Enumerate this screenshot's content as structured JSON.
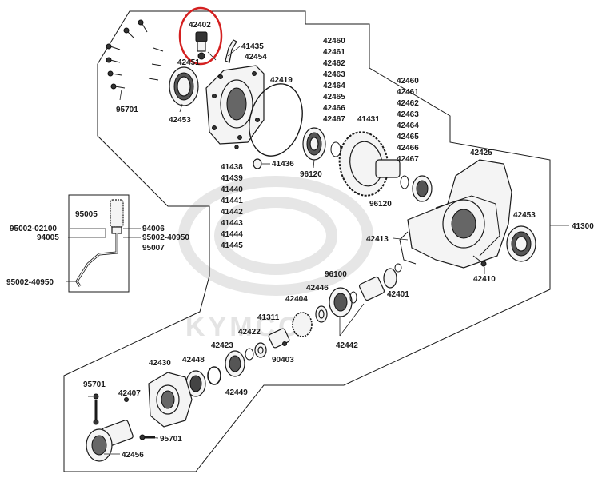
{
  "watermark": {
    "logo_text": "KYMCO"
  },
  "highlight": {
    "part": "42402",
    "color": "#d42020"
  },
  "labels": {
    "p42402": "42402",
    "p41435": "41435",
    "p42451": "42451",
    "p42454": "42454",
    "p42419": "42419",
    "p95701_top": "95701",
    "p42453_top": "42453",
    "p41438": "41438",
    "p41439": "41439",
    "p41440": "41440",
    "p41441": "41441",
    "p41442": "41442",
    "p41443": "41443",
    "p41444": "41444",
    "p41445": "41445",
    "p41436": "41436",
    "p96120_a": "96120",
    "p41431": "41431",
    "c1_42460": "42460",
    "c1_42461": "42461",
    "c1_42462": "42462",
    "c1_42463": "42463",
    "c1_42464": "42464",
    "c1_42465": "42465",
    "c1_42466": "42466",
    "c1_42467": "42467",
    "c2_42460": "42460",
    "c2_42461": "42461",
    "c2_42462": "42462",
    "c2_42463": "42463",
    "c2_42464": "42464",
    "c2_42465": "42465",
    "c2_42466": "42466",
    "c2_42467": "42467",
    "p42425": "42425",
    "p96120_b": "96120",
    "p42453_right": "42453",
    "p41300": "41300",
    "p42413": "42413",
    "p42410": "42410",
    "p95005": "95005",
    "p95002_02100": "95002-02100",
    "p94006": "94006",
    "p94005": "94005",
    "p95002_40950_a": "95002-40950",
    "p95007": "95007",
    "p95002_40950_b": "95002-40950",
    "p96100": "96100",
    "p42446": "42446",
    "p42401": "42401",
    "p42404": "42404",
    "p41311": "41311",
    "p42422": "42422",
    "p42423": "42423",
    "p42442": "42442",
    "p90403": "90403",
    "p42430": "42430",
    "p42448": "42448",
    "p42449": "42449",
    "p95701_left": "95701",
    "p42407": "42407",
    "p95701_bottom": "95701",
    "p42456": "42456"
  }
}
